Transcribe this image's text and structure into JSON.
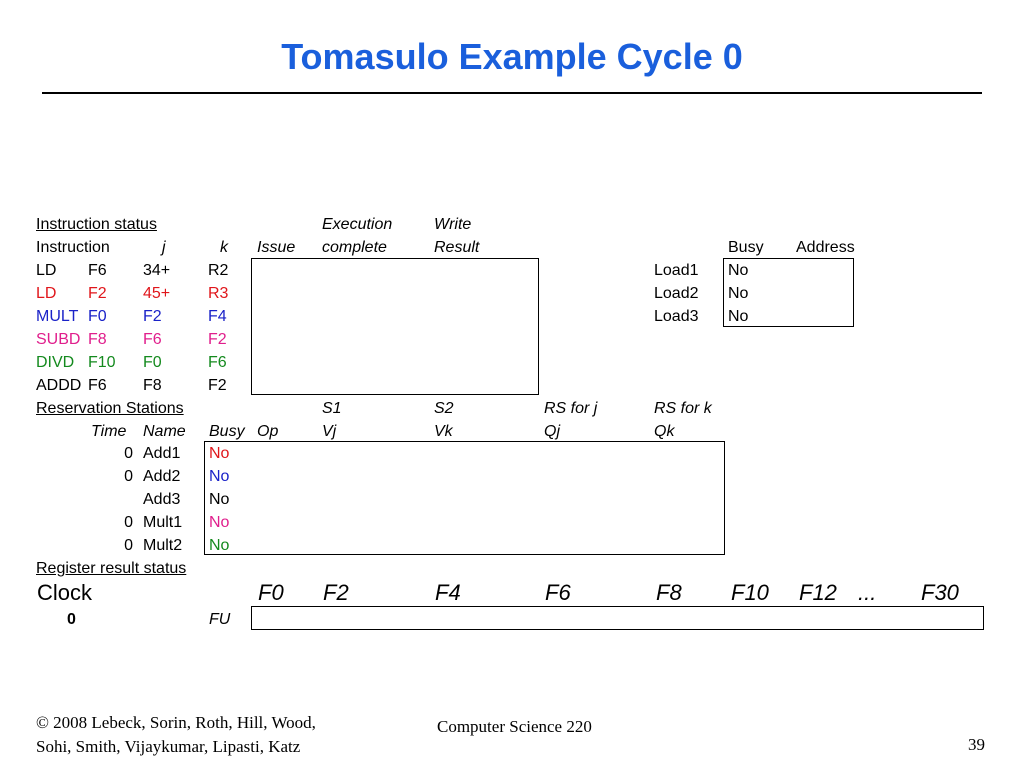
{
  "title": "Tomasulo Example Cycle 0",
  "instruction_status": {
    "heading": "Instruction status ",
    "col_execution_top": "Execution",
    "col_write_top": "Write",
    "col_instruction": "Instruction",
    "col_j": "j",
    "col_k": "k",
    "col_issue": "Issue",
    "col_complete": "complete",
    "col_result": "Result",
    "rows": [
      {
        "op": "LD",
        "dst": "F6",
        "j": "34+",
        "k": "R2",
        "color": "#000000"
      },
      {
        "op": "LD",
        "dst": "F2",
        "j": "45+",
        "k": "R3",
        "color": "#e0161b"
      },
      {
        "op": "MULT",
        "dst": "F0",
        "j": "F2",
        "k": "F4",
        "color": "#1a22c8"
      },
      {
        "op": "SUBD",
        "dst": "F8",
        "j": "F6",
        "k": "F2",
        "color": "#e01e8c"
      },
      {
        "op": "DIVD",
        "dst": "F10",
        "j": "F0",
        "k": "F6",
        "color": "#148a1e"
      },
      {
        "op": "ADDD",
        "dst": "F6",
        "j": "F8",
        "k": "F2",
        "color": "#000000"
      }
    ]
  },
  "load_buffers": {
    "col_busy": "Busy",
    "col_address": "Address",
    "rows": [
      {
        "name": "Load1",
        "busy": "No"
      },
      {
        "name": "Load2",
        "busy": "No"
      },
      {
        "name": "Load3",
        "busy": "No"
      }
    ]
  },
  "reservation_stations": {
    "heading": "Reservation Stations",
    "col_s1": "S1",
    "col_s2": "S2",
    "col_rsj": "RS for j",
    "col_rsk": "RS for k",
    "col_time": "Time",
    "col_name": "Name",
    "col_busy": "Busy",
    "col_op": "Op",
    "col_vj": "Vj",
    "col_vk": "Vk",
    "col_qj": "Qj",
    "col_qk": "Qk",
    "rows": [
      {
        "time": "0",
        "name": "Add1",
        "busy": "No",
        "busy_color": "#e0161b"
      },
      {
        "time": "0",
        "name": "Add2",
        "busy": "No",
        "busy_color": "#1a22c8"
      },
      {
        "time": "",
        "name": "Add3",
        "busy": "No",
        "busy_color": "#000000"
      },
      {
        "time": "0",
        "name": "Mult1",
        "busy": "No",
        "busy_color": "#e01e8c"
      },
      {
        "time": "0",
        "name": "Mult2",
        "busy": "No",
        "busy_color": "#148a1e"
      }
    ]
  },
  "register_result_status": {
    "heading": "Register result status",
    "clock_label": "Clock",
    "clock_value": "0",
    "fu_label": "FU",
    "registers": [
      "F0",
      "F2",
      "F4",
      "F6",
      "F8",
      "F10",
      "F12",
      "...",
      "F30"
    ]
  },
  "footer": {
    "copyright_line1": "© 2008 Lebeck, Sorin, Roth, Hill, Wood,",
    "copyright_line2": "Sohi, Smith, Vijaykumar, Lipasti, Katz",
    "course": "Computer Science 220",
    "page_number": "39"
  }
}
